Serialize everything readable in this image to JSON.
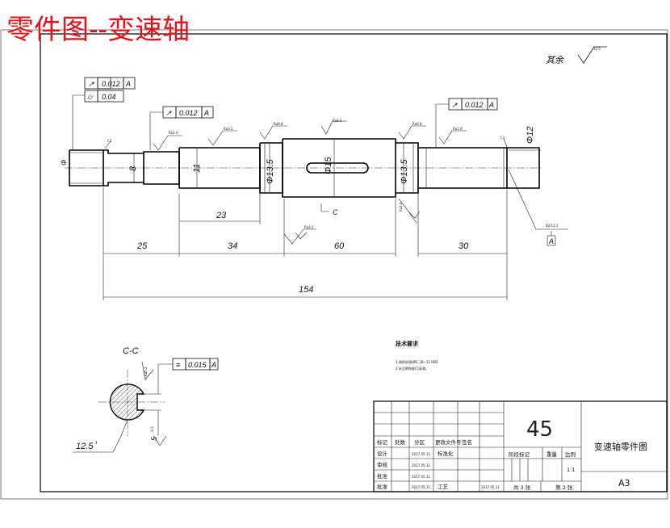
{
  "title": "零件图--变速轴",
  "roughness": {
    "other_label": "其余",
    "main_symbol": "12.5",
    "surface_small": "Ra0.8",
    "surface_med": "Ra1.6",
    "surface_3_2": "Ra3.2",
    "section_value": "12.5"
  },
  "gdt": {
    "runout_1": {
      "symbol": "↗",
      "value": "0.012",
      "datum": "A"
    },
    "cyl_1": {
      "symbol": "⌭",
      "value": "0.04"
    },
    "runout_2": {
      "symbol": "↗",
      "value": "0.012",
      "datum": "A"
    },
    "runout_3": {
      "symbol": "↗",
      "value": "0.012",
      "datum": "A"
    },
    "sym": {
      "symbol": "≡",
      "value": "0.015",
      "datum": "A"
    }
  },
  "datum_label": "A",
  "section": {
    "label": "C-C",
    "marker_c": "C"
  },
  "diameters": {
    "d_left": "Φ",
    "d_8": "8",
    "d_11": "11",
    "d_135_left": "Φ13.5",
    "d_15": "Φ15",
    "d_135_right": "Φ13.5",
    "d_12": "Φ12"
  },
  "lengths": {
    "l_23": "23",
    "l_25": "25",
    "l_34": "34",
    "l_60": "60",
    "l_30": "30",
    "l_154": "154"
  },
  "section_dims": {
    "key_depth": "5",
    "key_tol": "-0.1",
    "key_width": "4"
  },
  "chamfer": "C1",
  "chamfer_right": "C1",
  "center_hole": "B2/12.5",
  "tech_req": {
    "title": "技术要求",
    "line1": "1.调质处理HRC 28~32 HBS",
    "line2": "2.未注倒角按C1处理。"
  },
  "title_block": {
    "material": "45",
    "part_name": "变速轴零件图",
    "sheet_size": "A3",
    "headers": [
      "标记",
      "处数",
      "分区",
      "更改文件号",
      "签名"
    ],
    "rows": [
      {
        "role": "设计",
        "date": "2017.05.11",
        "extra": "标准化"
      },
      {
        "role": "审核",
        "date": "2017.05.11",
        "extra": ""
      },
      {
        "role": "批准",
        "date": "2017.05.11",
        "extra": ""
      },
      {
        "role": "工艺",
        "date": "2017.05.11",
        "extra": "批准"
      }
    ],
    "stage_label": "阶段标记",
    "weight_label": "重量",
    "scale_label": "比例",
    "scale_value": "1:1",
    "total_sheets": "共 3 张",
    "sheet_no": "第 2 张",
    "signature_date": "2017.05.11"
  }
}
